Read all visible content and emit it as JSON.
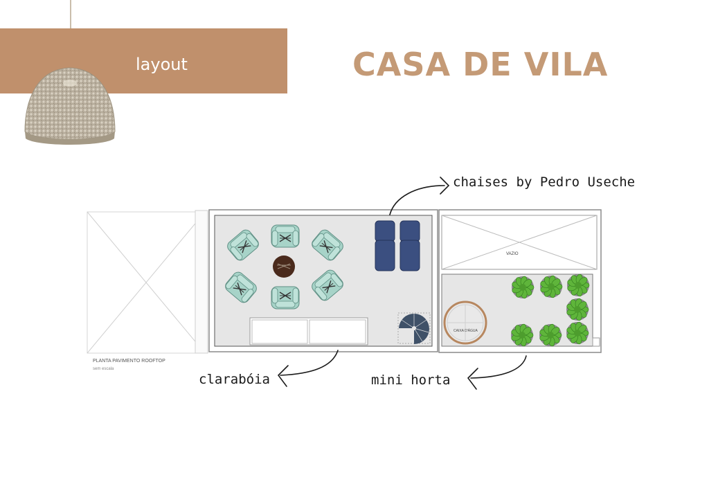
{
  "header": {
    "banner_label": "layout",
    "title": "CASA DE VILA"
  },
  "plan": {
    "caption": "PLANTA PAVIMENTO ROOFTOP",
    "subcaption": "sem escala",
    "void_label": "VAZIO",
    "water_tank_label": "CAIXA D'ÁGUA"
  },
  "annotations": {
    "chaises": "chaises by Pedro Useche",
    "skylight": "clarabóia",
    "garden": "mini horta"
  },
  "colors": {
    "banner": "#c0906c",
    "title": "#c49a76",
    "armchair": "#a7d3c8",
    "chaise": "#3b4f80",
    "table": "#4a2a1c",
    "plant": "#5fb53b"
  }
}
